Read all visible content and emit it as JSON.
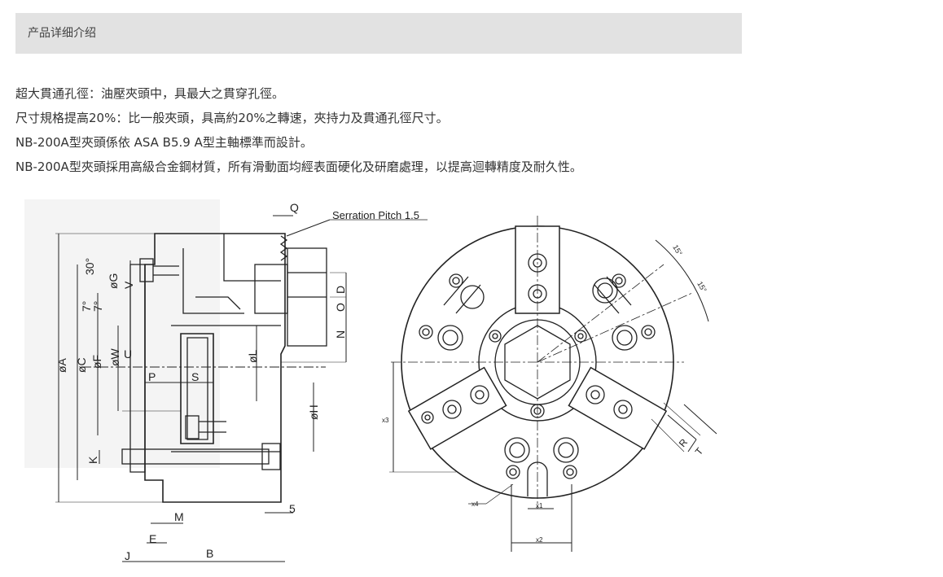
{
  "section": {
    "title": "产品详细介绍"
  },
  "description": [
    "超大貫通孔徑：油壓夾頭中，具最大之貫穿孔徑。",
    "尺寸規格提高20%：比一般夾頭，具高約20%之轉速，夾持力及貫通孔徑尺寸。",
    "NB-200A型夾頭係依 ASA B5.9 A型主軸標準而設計。",
    "NB-200A型夾頭採用高級合金鋼材質，所有滑動面均經表面硬化及研磨處理，以提高迴轉精度及耐久性。"
  ],
  "drawing": {
    "serration_label": "Serration Pitch 1.5",
    "side_labels": {
      "Q": "Q",
      "A": "øA",
      "C": "øC",
      "F": "øF",
      "W": "øW",
      "G": "øG",
      "V": "V",
      "angle30": "30°",
      "angle7a": "7°",
      "angle7b": "7°",
      "U": "U",
      "P": "P",
      "S": "S",
      "L": "øL",
      "D": "D",
      "O": "O",
      "N": "N",
      "H": "øH",
      "K": "K",
      "M": "M",
      "five": "5",
      "E": "E",
      "J": "J",
      "B": "B"
    },
    "front_labels": {
      "fifteen_a": "15°",
      "fifteen_b": "15°",
      "x3": "x3",
      "x4": "x4",
      "x1": "x1",
      "x2": "x2",
      "R": "R",
      "T": "T"
    }
  }
}
